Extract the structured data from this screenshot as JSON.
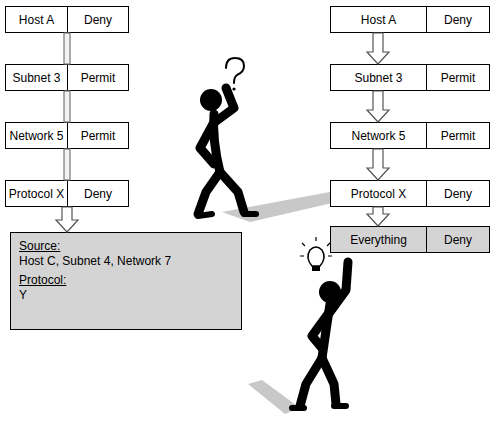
{
  "diagram": {
    "nodes": [
      {
        "text": [
          "Host A",
          "Deny"
        ]
      },
      {
        "text": [
          "Subnet 3",
          "Permit"
        ]
      },
      {
        "text": [
          "Network 5",
          "Permit"
        ]
      },
      {
        "text": [
          "Protocol X",
          "Deny"
        ]
      },
      {
        "text": [
          "Source:",
          "Host C, Subnet 4, Network 7",
          "Protocol:",
          "Y"
        ]
      },
      {
        "text": [
          "Host A",
          "Deny"
        ]
      },
      {
        "text": [
          "Subnet 3",
          "Permit"
        ]
      },
      {
        "text": [
          "Network 5",
          "Permit"
        ]
      },
      {
        "text": [
          "Protocol X",
          "Deny"
        ]
      },
      {
        "text": [
          "Everything",
          "Deny"
        ]
      }
    ],
    "edges": [
      {
        "from": 0,
        "to": 1,
        "arrow": "none"
      },
      {
        "from": 1,
        "to": 2,
        "arrow": "none"
      },
      {
        "from": 2,
        "to": 3,
        "arrow": "none"
      },
      {
        "from": 3,
        "to": 4,
        "arrow": "to"
      },
      {
        "from": 5,
        "to": 6,
        "arrow": "to"
      },
      {
        "from": 6,
        "to": 7,
        "arrow": "to"
      },
      {
        "from": 7,
        "to": 8,
        "arrow": "to"
      },
      {
        "from": 8,
        "to": 9,
        "arrow": "to"
      }
    ]
  }
}
